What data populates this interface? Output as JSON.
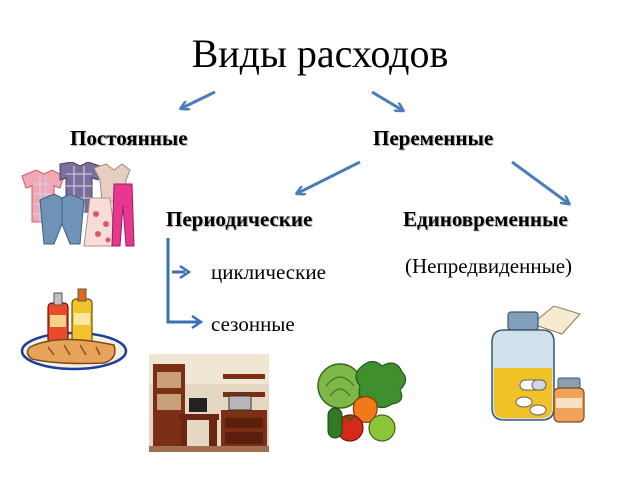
{
  "title": "Виды расходов",
  "categories": {
    "constant": "Постоянные",
    "variable": "Переменные"
  },
  "variable_types": {
    "periodic": "Периодические",
    "one_time": "Единовременные",
    "one_time_note": "(Непредвиденные)"
  },
  "periodic_types": {
    "cyclic": "циклические",
    "seasonal": "сезонные"
  },
  "colors": {
    "arrow": "#4a7ebb",
    "connector": "#3b6fb5"
  },
  "pictures": [
    "clothes-clipart",
    "groceries-clipart",
    "furniture-photo",
    "vegetables-clipart",
    "medicine-clipart"
  ]
}
